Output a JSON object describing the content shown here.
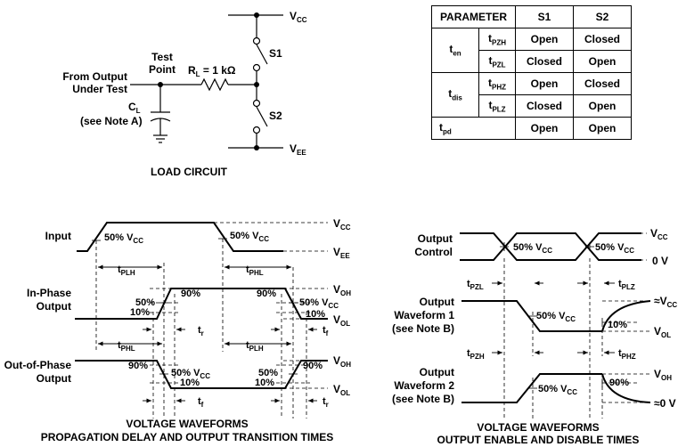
{
  "load_circuit": {
    "caption": "LOAD CIRCUIT",
    "vcc": "V",
    "vcc_sub": "CC",
    "vee": "V",
    "vee_sub": "EE",
    "s1": "S1",
    "s2": "S2",
    "resistor": "R",
    "resistor_sub": "L",
    "resistor_val": " = 1 kΩ",
    "test_point_1": "Test",
    "test_point_2": "Point",
    "from_1": "From Output",
    "from_2": "Under Test",
    "cap": "C",
    "cap_sub": "L",
    "note": "(see Note A)"
  },
  "param_table": {
    "headers": [
      "PARAMETER",
      "S1",
      "S2"
    ],
    "groups": [
      {
        "name": "t",
        "sub": "en",
        "rows": [
          {
            "name": "t",
            "sub": "PZH",
            "s1": "Open",
            "s2": "Closed"
          },
          {
            "name": "t",
            "sub": "PZL",
            "s1": "Closed",
            "s2": "Open"
          }
        ]
      },
      {
        "name": "t",
        "sub": "dis",
        "rows": [
          {
            "name": "t",
            "sub": "PHZ",
            "s1": "Open",
            "s2": "Closed"
          },
          {
            "name": "t",
            "sub": "PLZ",
            "s1": "Closed",
            "s2": "Open"
          }
        ]
      }
    ],
    "tpd": {
      "name": "t",
      "sub": "pd",
      "s1": "Open",
      "s2": "Open"
    }
  },
  "left_waveforms": {
    "caption_1": "VOLTAGE WAVEFORMS",
    "caption_2": "PROPAGATION DELAY AND OUTPUT TRANSITION TIMES",
    "input": "Input",
    "inphase_1": "In-Phase",
    "inphase_2": "Output",
    "outphase_1": "Out-of-Phase",
    "outphase_2": "Output",
    "pct50": "50% V",
    "pct50_sub": "CC",
    "p50": "50%",
    "p10": "10%",
    "p90": "90%",
    "v": "V",
    "vcc_sub": "CC",
    "vee_sub": "EE",
    "voh_sub": "OH",
    "vol_sub": "OL",
    "t": "t",
    "plh": "PLH",
    "phl": "PHL",
    "r": "r",
    "f": "f"
  },
  "right_waveforms": {
    "caption_1": "VOLTAGE WAVEFORMS",
    "caption_2": "OUTPUT ENABLE AND DISABLE TIMES",
    "control_1": "Output",
    "control_2": "Control",
    "wf1_1": "Output",
    "wf1_2": "Waveform 1",
    "wf1_3": "(see Note B)",
    "wf2_1": "Output",
    "wf2_2": "Waveform 2",
    "wf2_3": "(see Note B)",
    "pct50": "50% V",
    "pct50_sub": "CC",
    "p10": "10%",
    "p90": "90%",
    "v": "V",
    "vcc_sub": "CC",
    "voh_sub": "OH",
    "vol_sub": "OL",
    "zero_v": "0 V",
    "approx_vcc": "≈V",
    "approx_0v": "≈0 V",
    "t": "t",
    "pzl": "PZL",
    "plz": "PLZ",
    "pzh": "PZH",
    "phz": "PHZ"
  }
}
